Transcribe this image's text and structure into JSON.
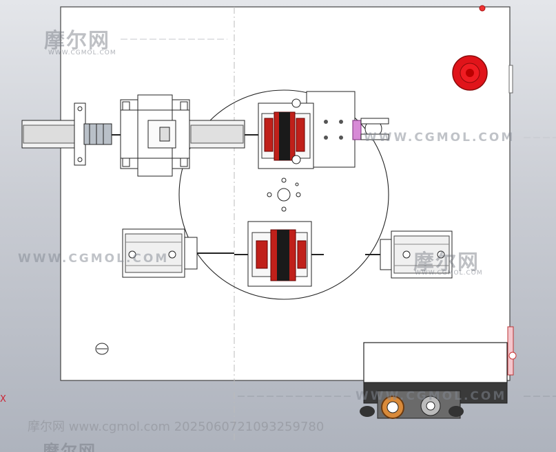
{
  "watermarks": {
    "logo_cn": "摩尔网",
    "logo_url_small": "WWW.CGMOL.COM",
    "url_upper": "WWW.CGMOL.COM",
    "url_left": "WWW.CGMOL.COM",
    "url_bottom": "WWW.CGMOL.COM",
    "footer": "摩尔网 www.cgmol.com 2025060721093259780",
    "bottom_logo": "摩尔网"
  },
  "axis_label": "X",
  "colors": {
    "plate": "#ffffff",
    "emergency_stop": "#e0141a",
    "motor_winding": "#c0201a",
    "outline": "#333333"
  }
}
